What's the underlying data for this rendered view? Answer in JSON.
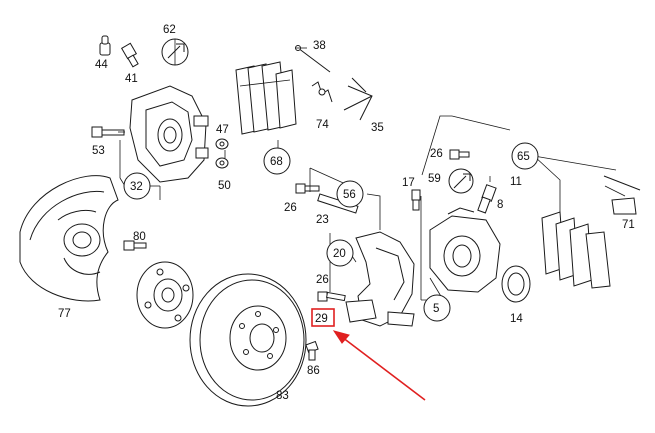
{
  "diagram": {
    "accent_color": "#e02020",
    "highlighted_part": "29",
    "part_labels": {
      "p62": "62",
      "p38": "38",
      "p44": "44",
      "p41": "41",
      "p74": "74",
      "p35": "35",
      "p47": "47",
      "p53": "53",
      "p68": "68",
      "p50": "50",
      "p65": "65",
      "p26a": "26",
      "p32": "32",
      "p56": "56",
      "p17": "17",
      "p59": "59",
      "p11": "11",
      "p8": "8",
      "p26b": "26",
      "p23": "23",
      "p71": "71",
      "p80": "80",
      "p20": "20",
      "p26c": "26",
      "p29": "29",
      "p5": "5",
      "p14": "14",
      "p77": "77",
      "p86": "86",
      "p83": "83"
    }
  }
}
